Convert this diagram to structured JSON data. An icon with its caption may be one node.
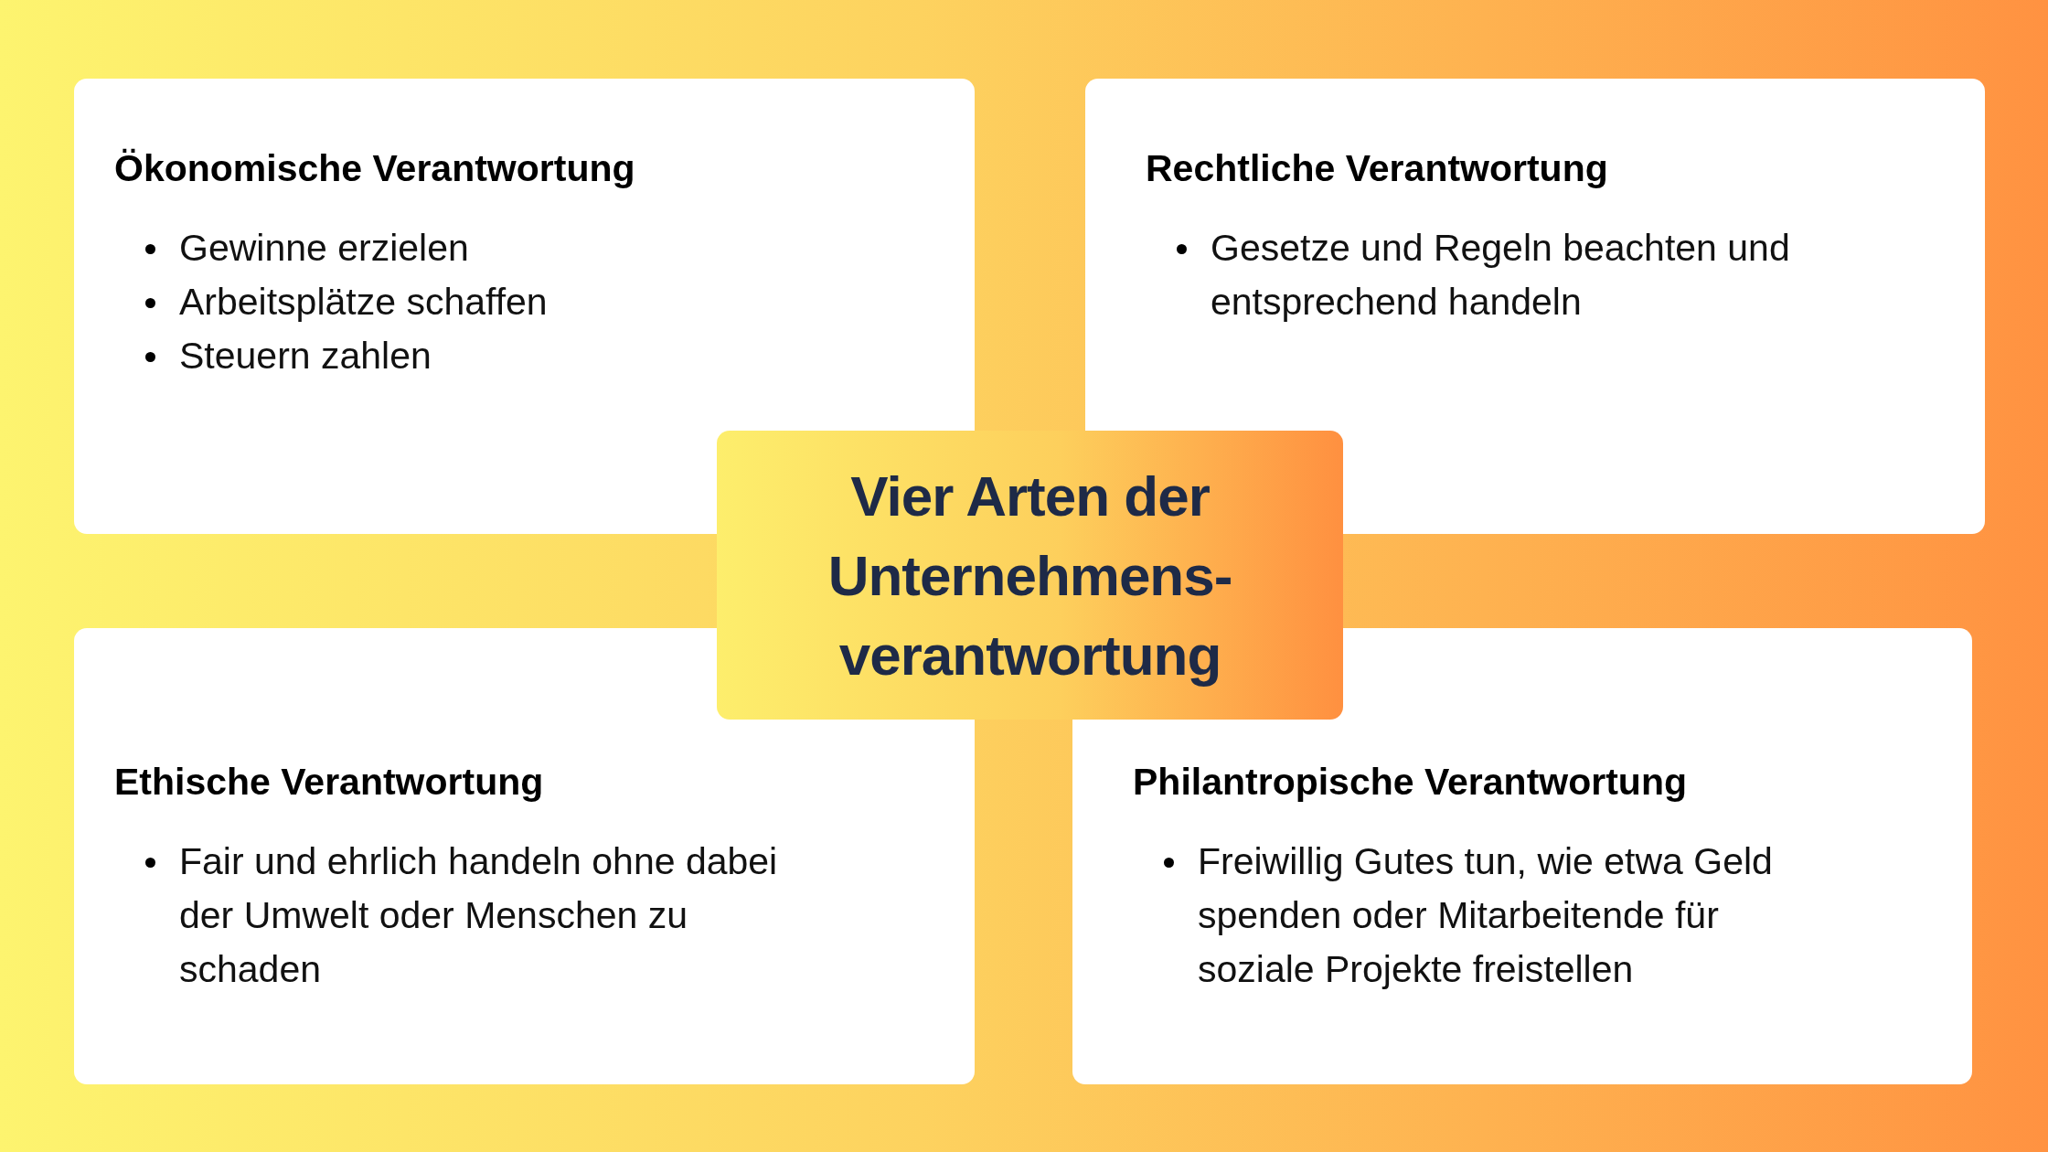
{
  "diagram": {
    "nodes": [
      {
        "text": [
          "Ökonomische Verantwortung",
          "Gewinne erzielen",
          "Arbeitsplätze schaffen",
          "Steuern zahlen"
        ]
      },
      {
        "text": [
          "Rechtliche Verantwortung",
          "Gesetze und Regeln beachten und entsprechend handeln"
        ]
      },
      {
        "text": [
          "Vier Arten der Unternehmens-verantwortung"
        ]
      },
      {
        "text": [
          "Ethische Verantwortung",
          "Fair und ehrlich handeln ohne dabei der Umwelt oder Menschen zu schaden"
        ]
      },
      {
        "text": [
          "Philantropische Verantwortung",
          "Freiwillig Gutes tun, wie etwa Geld spenden oder Mitarbeitende für soziale Projekte freistellen"
        ]
      }
    ]
  }
}
